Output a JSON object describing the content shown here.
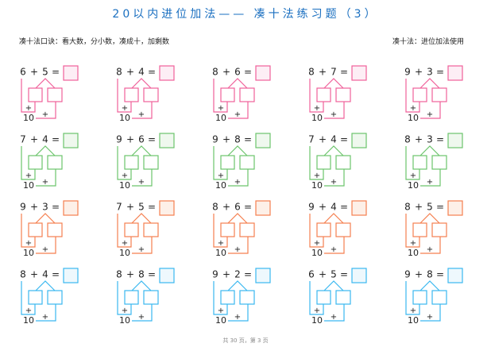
{
  "title": "20以内进位加法—— 凑十法练习题（3）",
  "tip_left": "凑十法口诀：看大数，分小数，凑成十，加剩数",
  "tip_right": "凑十法：进位加法使用",
  "footer": "共 30 页，第 3 页",
  "ten_label": "10",
  "plus": "+",
  "equals": "=",
  "rows": [
    {
      "color": "#f0609a",
      "fill": "#fdeef5",
      "problems": [
        [
          "6",
          "5"
        ],
        [
          "8",
          "4"
        ],
        [
          "8",
          "6"
        ],
        [
          "8",
          "7"
        ],
        [
          "9",
          "3"
        ]
      ]
    },
    {
      "color": "#6cc46c",
      "fill": "#eff8ee",
      "problems": [
        [
          "7",
          "4"
        ],
        [
          "9",
          "6"
        ],
        [
          "9",
          "8"
        ],
        [
          "7",
          "4"
        ],
        [
          "8",
          "3"
        ]
      ]
    },
    {
      "color": "#f57f4f",
      "fill": "#fdf0e8",
      "problems": [
        [
          "9",
          "3"
        ],
        [
          "7",
          "5"
        ],
        [
          "8",
          "6"
        ],
        [
          "9",
          "4"
        ],
        [
          "8",
          "5"
        ]
      ]
    },
    {
      "color": "#3ab8f0",
      "fill": "#eef8fd",
      "problems": [
        [
          "8",
          "4"
        ],
        [
          "8",
          "8"
        ],
        [
          "9",
          "2"
        ],
        [
          "6",
          "5"
        ],
        [
          "9",
          "8"
        ]
      ]
    }
  ]
}
